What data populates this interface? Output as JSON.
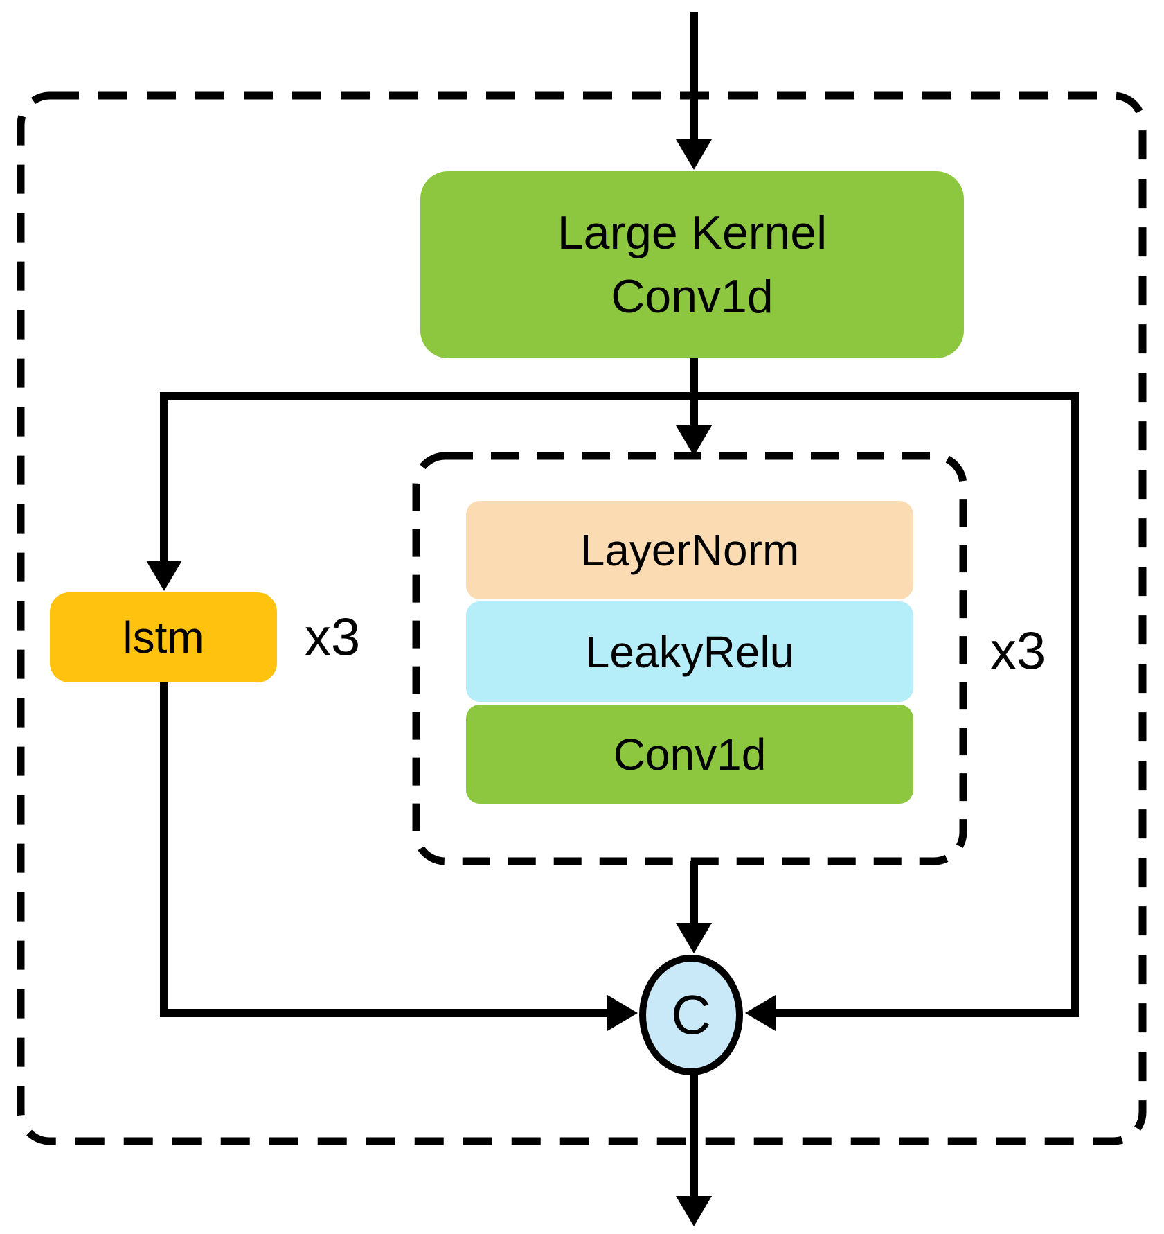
{
  "diagram": {
    "type": "neural-network-block-diagram",
    "line_color": "#000000",
    "background": "#ffffff"
  },
  "nodes": {
    "large_kernel_conv1d": {
      "line1": "Large Kernel",
      "line2": "Conv1d",
      "color": "#8DC63F"
    },
    "layernorm": {
      "label": "LayerNorm",
      "color": "#FBDCB2"
    },
    "leakyrelu": {
      "label": "LeakyRelu",
      "color": "#B5EDF8"
    },
    "conv1d": {
      "label": "Conv1d",
      "color": "#8DC63F"
    },
    "lstm": {
      "label": "lstm",
      "color": "#FFC20E"
    },
    "concat": {
      "label": "C",
      "color": "#C9E8F8"
    }
  },
  "annotations": {
    "lstm_repeat": "x3",
    "conv_block_repeat": "x3"
  }
}
